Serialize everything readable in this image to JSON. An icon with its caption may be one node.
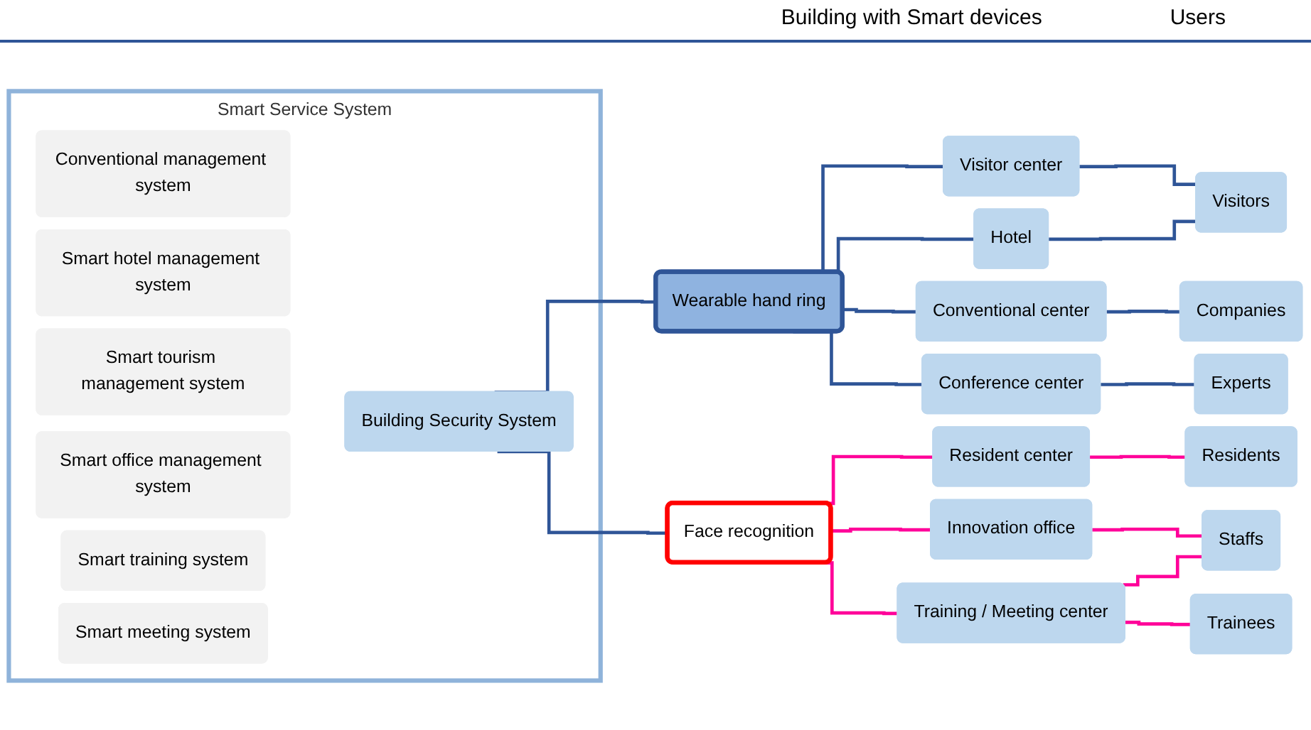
{
  "diagram": {
    "nodes": [
      {
        "text": [
          "Smart Service System"
        ]
      },
      {
        "text": [
          "Building Security System"
        ],
        "in": 0
      },
      {
        "text": [
          "Conventional management system"
        ],
        "in": 0
      },
      {
        "text": [
          "Smart hotel management system"
        ],
        "in": 0
      },
      {
        "text": [
          "Smart tourism management system"
        ],
        "in": 0
      },
      {
        "text": [
          "Smart office management system"
        ],
        "in": 0
      },
      {
        "text": [
          "Smart training system"
        ],
        "in": 0
      },
      {
        "text": [
          "Smart meeting system"
        ],
        "in": 0
      },
      {
        "text": [
          "Wearable hand ring"
        ]
      },
      {
        "text": [
          "Face recognition"
        ]
      },
      {
        "text": [
          "Resident center"
        ]
      },
      {
        "text": [
          "Visitor center"
        ]
      },
      {
        "text": [
          "Hotel"
        ]
      },
      {
        "text": [
          "Innovation office"
        ]
      },
      {
        "text": [
          "Training / Meeting center"
        ]
      },
      {
        "text": [
          "Conventional center"
        ]
      },
      {
        "text": [
          "Conference center"
        ]
      },
      {
        "text": [
          "Residents"
        ]
      },
      {
        "text": [
          "Visitors"
        ]
      },
      {
        "text": [
          "Trainees"
        ]
      },
      {
        "text": [
          "Staffs"
        ]
      },
      {
        "text": [
          "Companies"
        ]
      },
      {
        "text": [
          "Experts"
        ]
      }
    ],
    "edges": [
      {
        "from": 1,
        "to": 8,
        "arrow": "none"
      },
      {
        "from": 1,
        "to": 9,
        "arrow": "none"
      },
      {
        "from": 8,
        "to": 11,
        "arrow": "none"
      },
      {
        "from": 8,
        "to": 12,
        "arrow": "none"
      },
      {
        "from": 8,
        "to": 15,
        "arrow": "none"
      },
      {
        "from": 8,
        "to": 16,
        "arrow": "none"
      },
      {
        "from": 9,
        "to": 10,
        "arrow": "none",
        "color": "#ff0099"
      },
      {
        "from": 9,
        "to": 13,
        "arrow": "none",
        "color": "#ff0099"
      },
      {
        "from": 9,
        "to": 14,
        "arrow": "none",
        "color": "#ff0099"
      },
      {
        "from": 10,
        "to": 17,
        "arrow": "none",
        "color": "#ff0099"
      },
      {
        "from": 11,
        "to": 18,
        "arrow": "none"
      },
      {
        "from": 12,
        "to": 18,
        "arrow": "none"
      },
      {
        "from": 13,
        "to": 20,
        "arrow": "none",
        "color": "#ff0099"
      },
      {
        "from": 14,
        "to": 19,
        "arrow": "none",
        "color": "#ff0099"
      },
      {
        "from": 14,
        "to": 20,
        "arrow": "none",
        "color": "#ff0099"
      },
      {
        "from": 15,
        "to": 21,
        "arrow": "none"
      },
      {
        "from": 16,
        "to": 22,
        "arrow": "none"
      }
    ],
    "labels": [
      "Building with Smart devices",
      "Users"
    ]
  }
}
